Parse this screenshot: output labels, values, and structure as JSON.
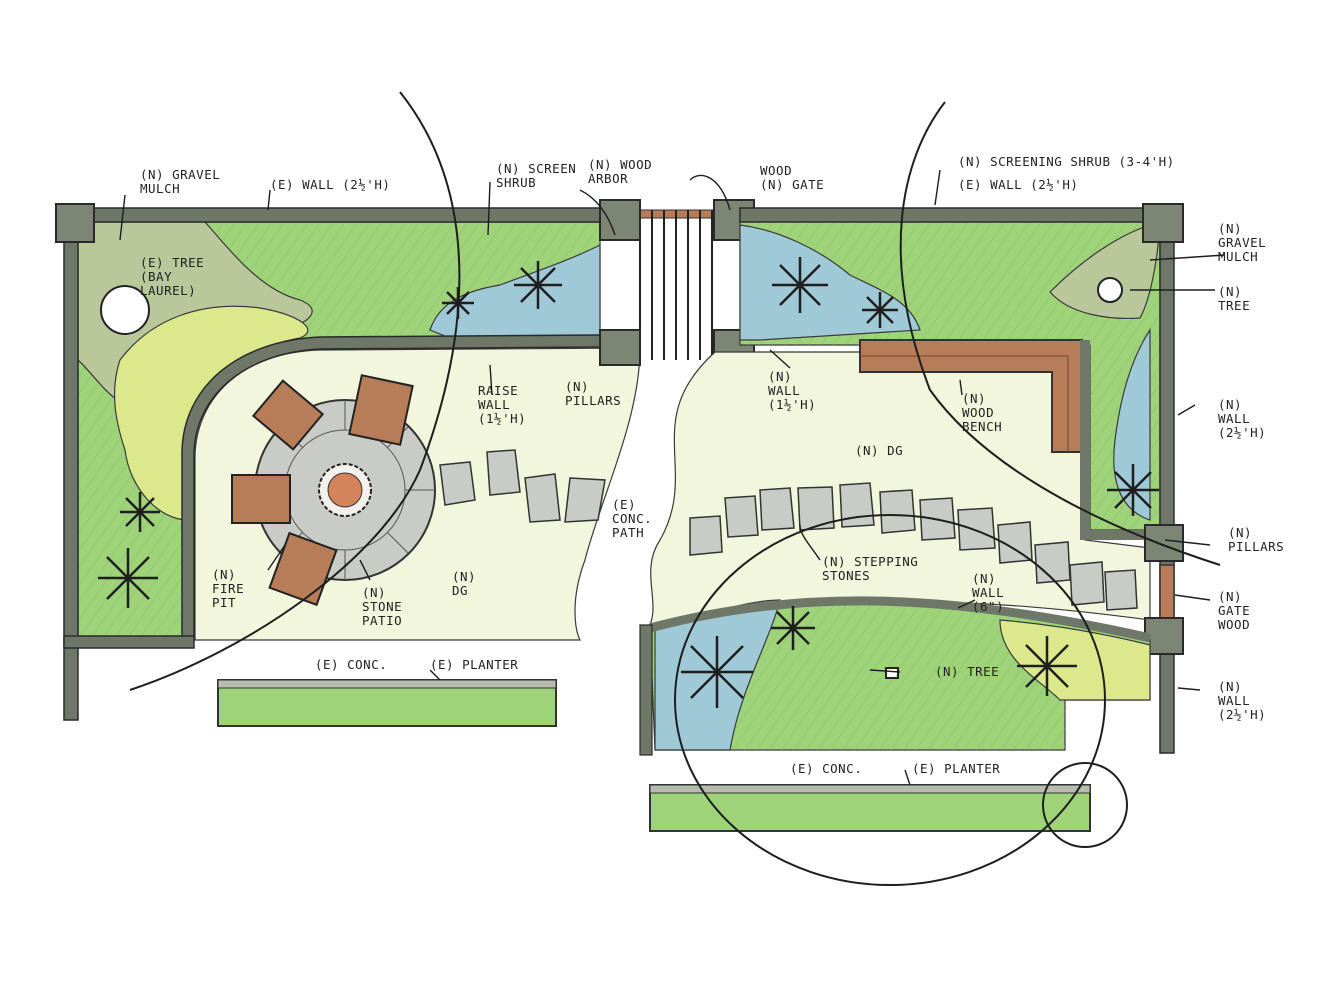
{
  "colors": {
    "wall": "#6f7868",
    "wall_edge": "#2a2a2a",
    "lawn": "#9ed37a",
    "lawn_light": "#c5e99c",
    "gravel": "#b9c79a",
    "shrub_yellow": "#dbe88b",
    "water_blue": "#9fc9d6",
    "dg": "#f2f6dc",
    "wood": "#b77c58",
    "stone": "#c9cbc6",
    "ink": "#1e1e1e"
  },
  "labels": {
    "gravel_mulch_left": "(N) GRAVEL\nMULCH",
    "wall_left": "(E) WALL (2½'H)",
    "screen_shrub_left": "(N) SCREEN\nSHRUB",
    "wood_arbor": "(N) WOOD\nARBOR",
    "wood_gate_top": "WOOD\n(N) GATE",
    "screening_shrub": "(N) SCREENING SHRUB (3-4'H)",
    "wall_right_top": "(E) WALL (2½'H)",
    "gravel_mulch_right": "(N)\nGRAVEL\nMULCH",
    "tree_right": "(N)\nTREE",
    "tree_bay_laurel": "(E) TREE\n(BAY\nLAUREL)",
    "raise_wall": "RAISE\nWALL\n(1½'H)",
    "pillars_top": "(N)\nPILLARS",
    "wall_center": "(N)\nWALL\n(1½'H)",
    "wood_bench": "(N)\nWOOD\nBENCH",
    "wall_right_side": "(N)\nWALL\n(2½'H)",
    "dg_right": "(N) DG",
    "conc_path": "(E)\nCONC.\nPATH",
    "pillars_right": "(N)\nPILLARS",
    "stepping_stones": "(N) STEPPING\nSTONES",
    "wall_6in": "(N)\nWALL\n(6\")",
    "gate_wood": "(N)\nGATE\nWOOD",
    "fire_pit": "(N)\nFIRE\nPIT",
    "stone_patio": "(N)\nSTONE\nPATIO",
    "dg_left": "(N)\nDG",
    "tree_center": "(N) TREE",
    "wall_right_bottom": "(N)\nWALL\n(2½'H)",
    "conc_left": "(E) CONC.",
    "planter_left": "(E) PLANTER",
    "conc_right": "(E) CONC.",
    "planter_right": "(E) PLANTER"
  }
}
